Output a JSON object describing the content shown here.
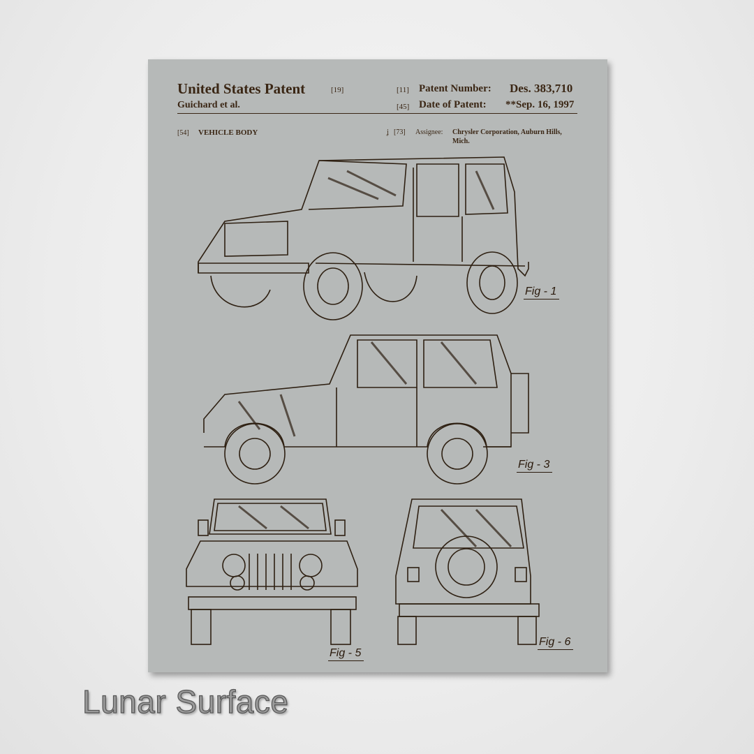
{
  "patent": {
    "title": "United States Patent",
    "title_code": "[19]",
    "inventor": "Guichard et al.",
    "number_code": "[11]",
    "number_label": "Patent Number:",
    "number_value": "Des. 383,710",
    "date_code": "[45]",
    "date_label": "Date of Patent:",
    "date_value": "**Sep. 16, 1997",
    "subject_code": "[54]",
    "subject": "VEHICLE BODY",
    "assignee_code": "[73]",
    "assignee_mark": "ʝ",
    "assignee_label": "Assignee:",
    "assignee_value_1": "Chrysler Corporation, Auburn Hills,",
    "assignee_value_2": "Mich."
  },
  "figures": [
    {
      "label": "Fig - 1"
    },
    {
      "label": "Fig - 3"
    },
    {
      "label": "Fig - 5"
    },
    {
      "label": "Fig - 6"
    }
  ],
  "caption": "Lunar Surface",
  "colors": {
    "panel": "#b6b9b8",
    "ink": "#3a2614",
    "background": "#ececec"
  }
}
